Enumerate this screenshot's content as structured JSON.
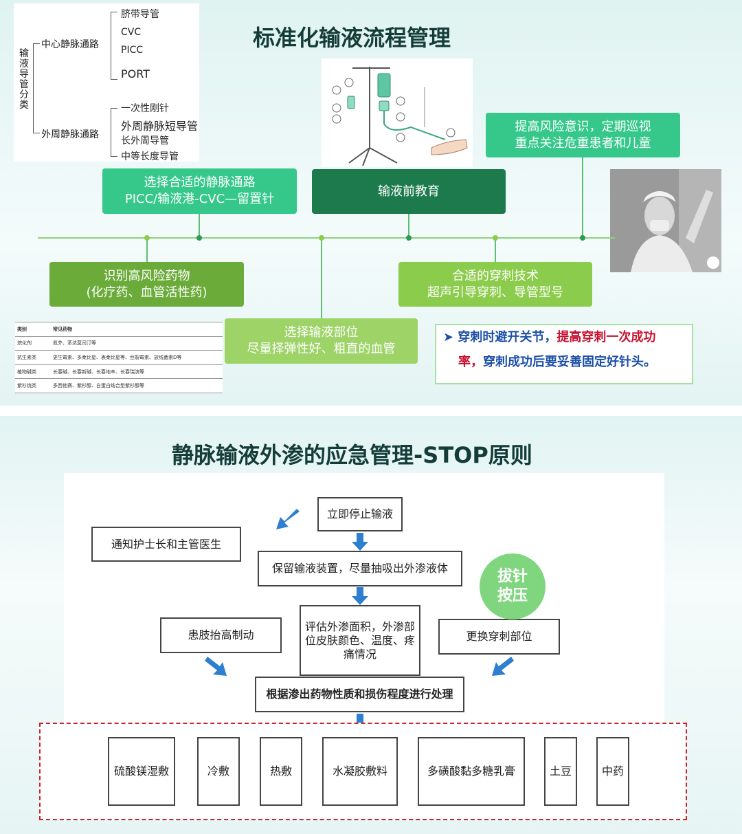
{
  "top": {
    "title": "标准化输液流程管理",
    "tree": {
      "root": "输液导管分类",
      "central": "中心静脉通路",
      "central_items": [
        "脐带导管",
        "CVC",
        "PICC",
        "PORT"
      ],
      "peripheral": "外周静脉通路",
      "peripheral_items": [
        "一次性刚针",
        "外周静脉短导管",
        "长外周导管",
        "中等长度导管"
      ]
    },
    "boxes": {
      "vein_line1": "选择合适的静脉通路",
      "vein_line2": "PICC/输液港-CVC—留置针",
      "education": "输液前教育",
      "risk_line1": "提高风险意识，定期巡视",
      "risk_line2": "重点关注危重患者和儿童",
      "drug_line1": "识别高风险药物",
      "drug_line2": "(化疗药、血管活性药)",
      "site_line1": "选择输液部位",
      "site_line2": "尽量择弹性好、粗直的血管",
      "puncture_line1": "合适的穿刺技术",
      "puncture_line2": "超声引导穿刺、导管型号"
    },
    "drug_table": {
      "headers": [
        "类别",
        "常见药物"
      ],
      "rows": [
        [
          "烷化剂",
          "氮芥、苯达莫司汀等"
        ],
        [
          "抗生素类",
          "更生霉素、多柔比星、表柔比星等、丝裂霉素、放线菌素D等"
        ],
        [
          "植物碱类",
          "长春碱、长春新碱、长春地辛、长春瑞滨等"
        ],
        [
          "紫杉烷类",
          "多西他赛、紫杉醇、白蛋白结合型紫杉醇等"
        ]
      ]
    },
    "tip": {
      "part1": "穿刺时避开关节，",
      "part2": "提高穿刺一次成功",
      "part3": "率，",
      "part4": "穿刺成功后要妥善固定好针头。"
    }
  },
  "bottom": {
    "title": "静脉输液外渗的应急管理-STOP原则",
    "stop": "立即停止输液",
    "notify": "通知护士长和主管医生",
    "retain": "保留输液装置，尽量抽吸出外渗液体",
    "circle_line1": "拔针",
    "circle_line2": "按压",
    "elevate": "患肢抬高制动",
    "assess": "评估外渗面积，外渗部位皮肤颜色、温度、疼痛情况",
    "change": "更换穿刺部位",
    "treat": "根据渗出药物性质和损伤程度进行处理",
    "treatments": [
      "硫酸镁湿敷",
      "冷敷",
      "热敷",
      "水凝胶敷料",
      "多磺酸黏多糖乳膏",
      "土豆",
      "中药"
    ]
  },
  "colors": {
    "teal": "#35c88a",
    "dark_green": "#1c7a4d",
    "olive": "#6bab3a",
    "lime": "#8ccc4c",
    "tip_blue": "#1c4fa6",
    "tip_red": "#c8102e",
    "arrow_blue": "#2f7fd0",
    "dash_red": "#c8242c"
  }
}
